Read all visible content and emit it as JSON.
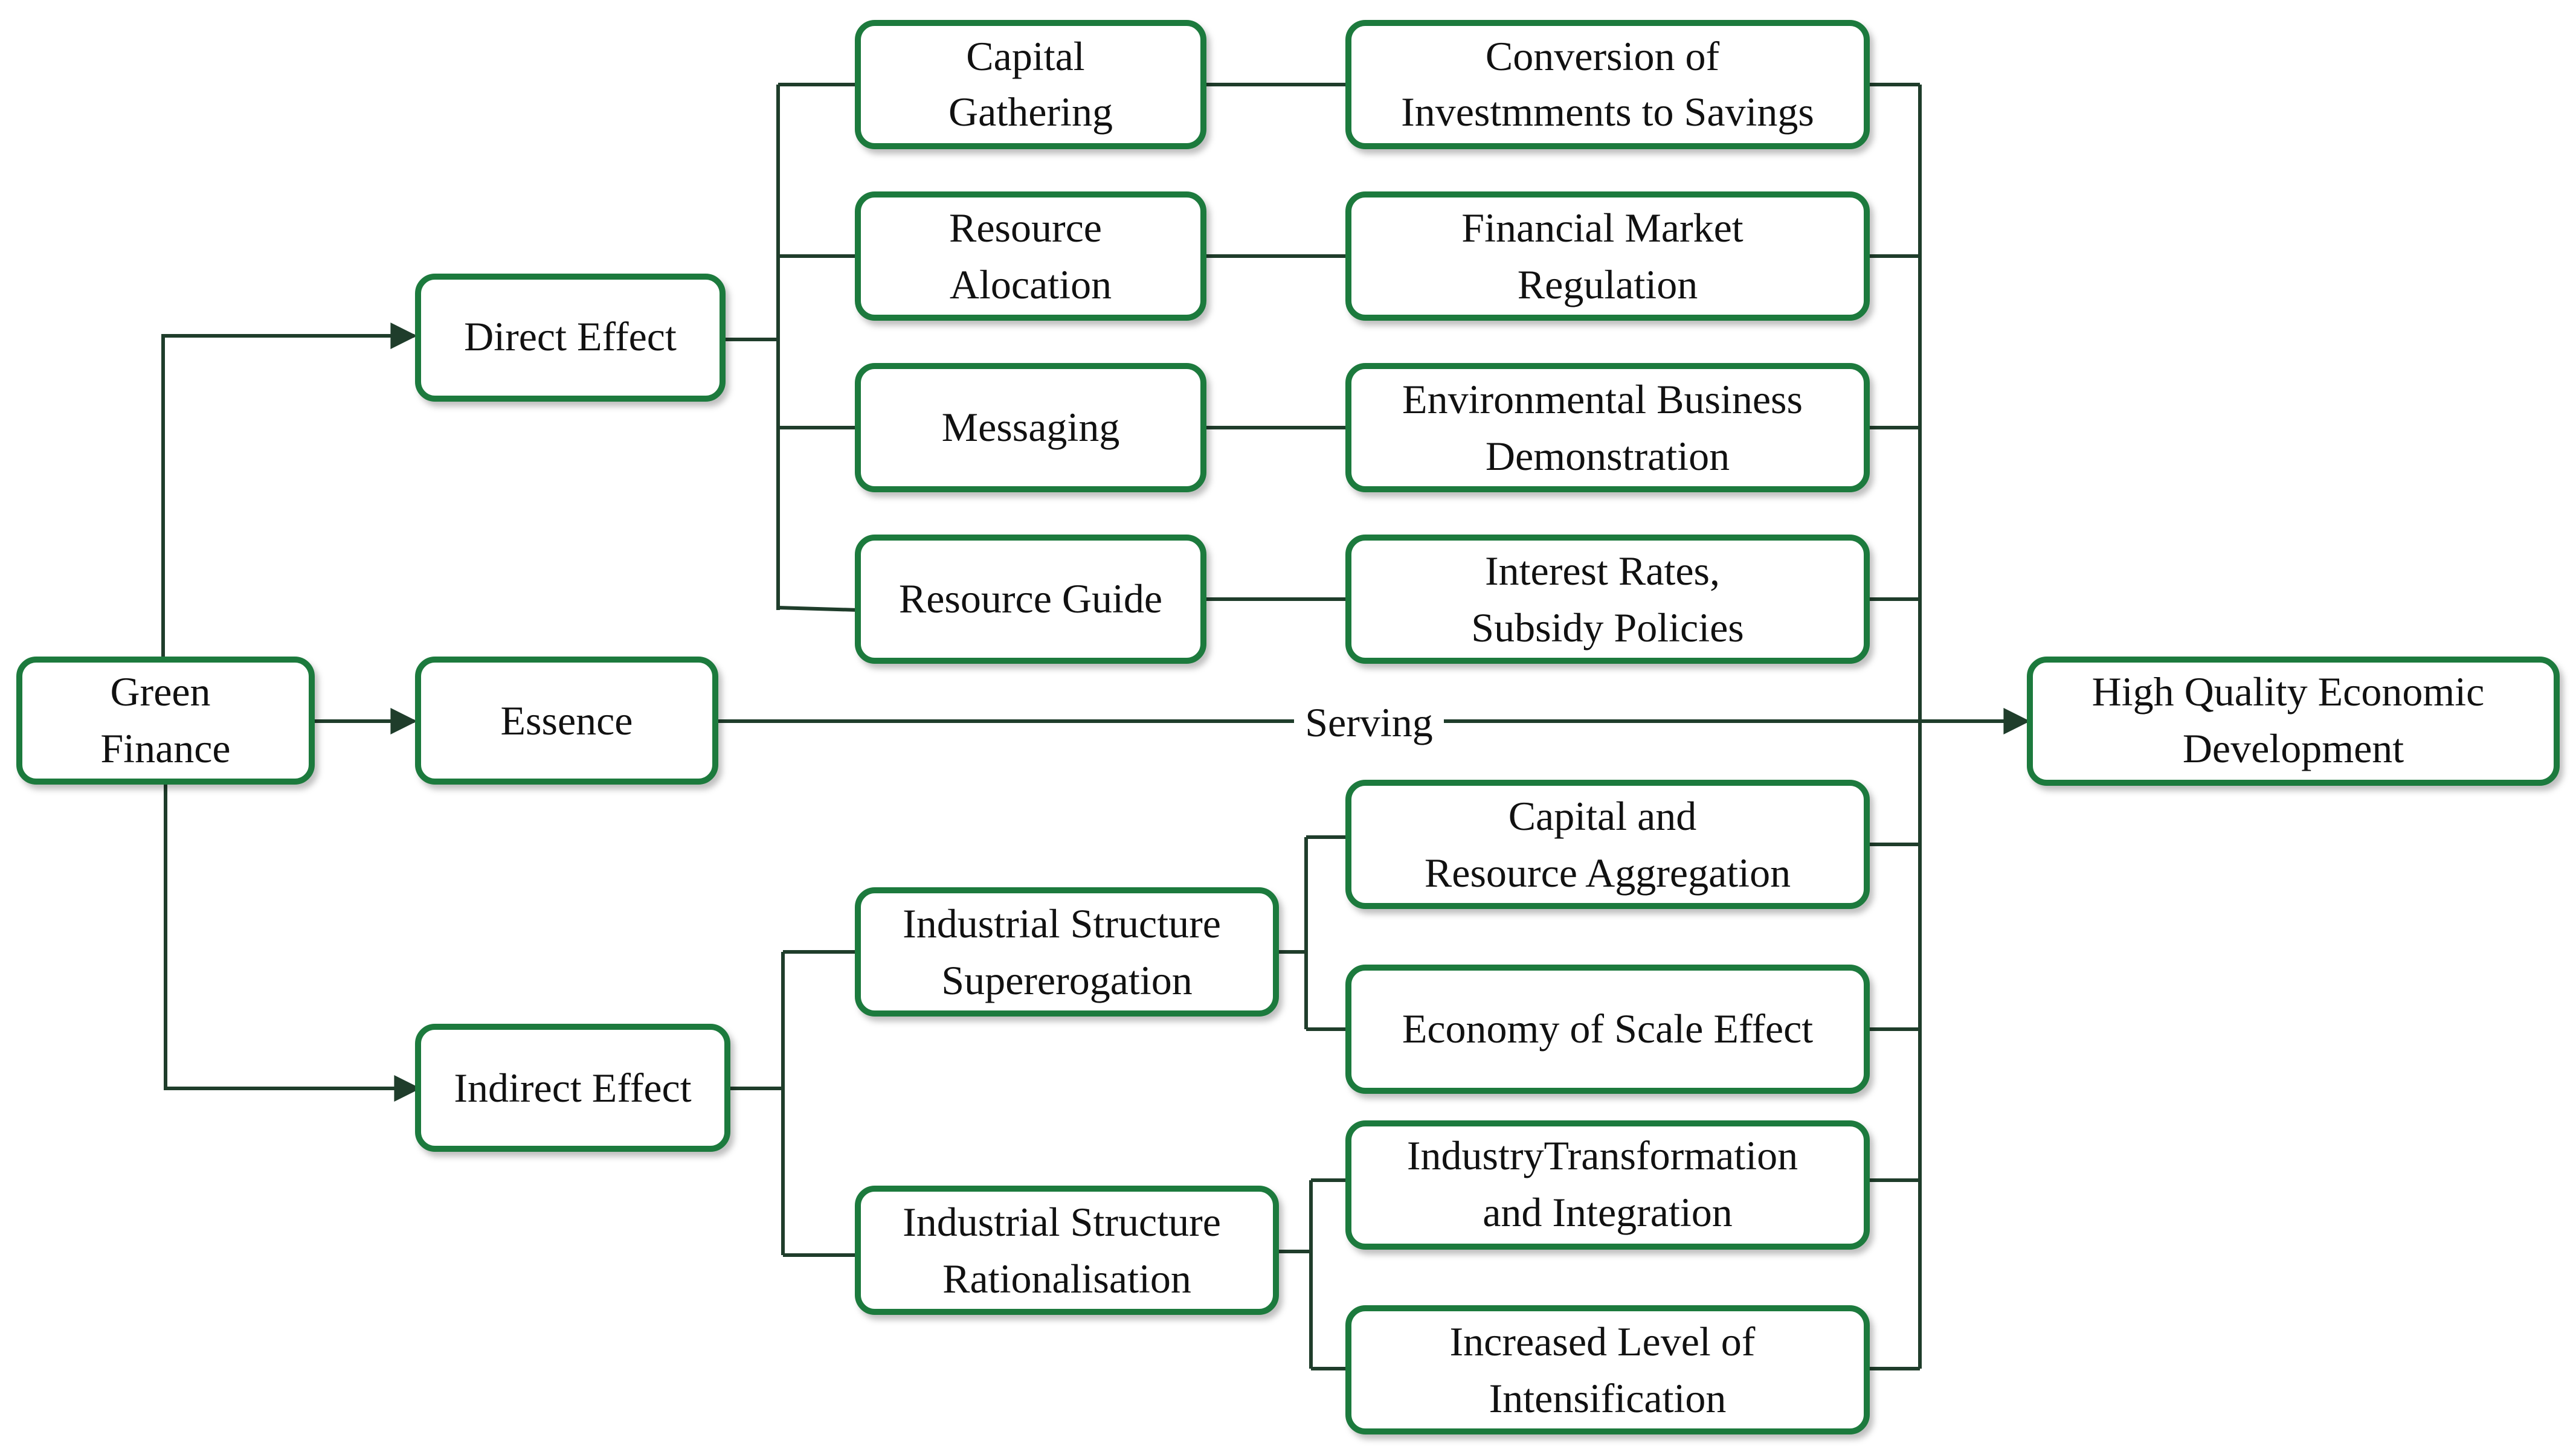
{
  "colors": {
    "box_border": "#1e7a3c",
    "connector": "#1f3d2b",
    "text": "#111111"
  },
  "nodes": {
    "green_finance": [
      "Green",
      "Finance"
    ],
    "direct_effect": [
      "Direct Effect"
    ],
    "essence": [
      "Essence"
    ],
    "indirect_effect": [
      "Indirect Effect"
    ],
    "capital_gathering": [
      "Capital",
      "Gathering"
    ],
    "resource_allocation": [
      "Resource",
      "Alocation"
    ],
    "messaging": [
      "Messaging"
    ],
    "resource_guide": [
      "Resource Guide"
    ],
    "conversion": [
      "Conversion of",
      "Investmments to Savings"
    ],
    "financial_market": [
      "Financial Market",
      "Regulation"
    ],
    "env_business": [
      "Environmental Business",
      "Demonstration"
    ],
    "interest_rates": [
      "Interest Rates,",
      "Subsidy Policies"
    ],
    "structure_supererogation": [
      "Industrial Structure",
      "Supererogation"
    ],
    "structure_rationalisation": [
      "Industrial Structure",
      "Rationalisation"
    ],
    "capital_resource_aggregation": [
      "Capital and",
      "Resource Aggregation"
    ],
    "economy_of_scale": [
      "Economy of  Scale Effect"
    ],
    "industry_transformation": [
      "IndustryTransformation",
      "and Integration"
    ],
    "intensification": [
      "Increased Level of",
      "Intensification"
    ],
    "high_quality": [
      "High Quality Economic",
      "Development"
    ]
  },
  "edges": {
    "serving_label": "Serving"
  }
}
